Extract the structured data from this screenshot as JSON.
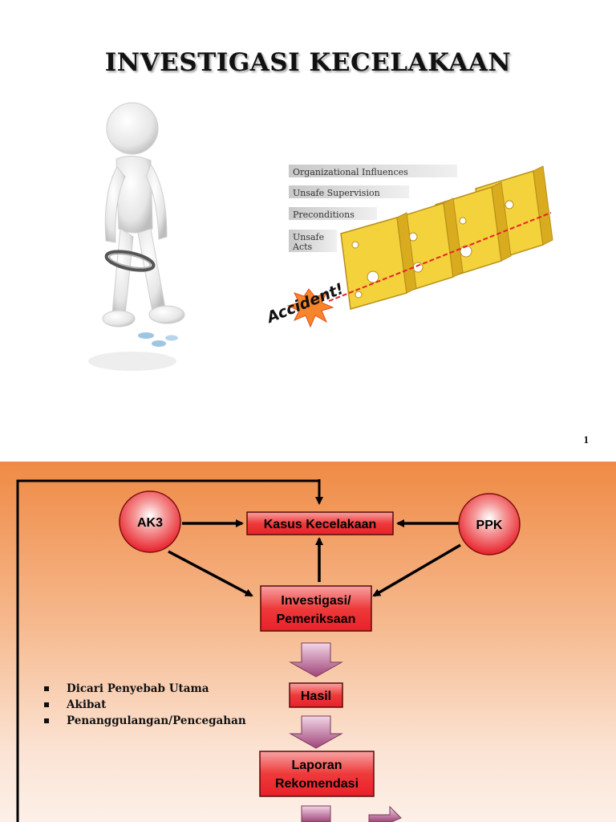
{
  "slide1": {
    "title": "INVESTIGASI KECELAKAAN",
    "page_number": "1",
    "cheese_model": {
      "layers": [
        "Organizational Influences",
        "Unsafe Supervision",
        "Preconditions",
        "Unsafe",
        "Acts"
      ],
      "accident_label": "Accident!"
    }
  },
  "slide2": {
    "nodes": {
      "ak3": "AK3",
      "ppk": "PPK",
      "kasus": "Kasus Kecelakaan",
      "investigasi_line1": "Investigasi/",
      "investigasi_line2": "Pemeriksaan",
      "hasil": "Hasil",
      "laporan_line1": "Laporan",
      "laporan_line2": "Rekomendasi"
    },
    "bullets": [
      "Dicari Penyebab Utama",
      "Akibat",
      "Penanggulangan/Pencegahan"
    ]
  },
  "colors": {
    "node_red": "#e8202a",
    "node_border": "#7a0e0e",
    "slide2_top": "#ef8a45",
    "cheese_yellow": "#f4d23c"
  }
}
